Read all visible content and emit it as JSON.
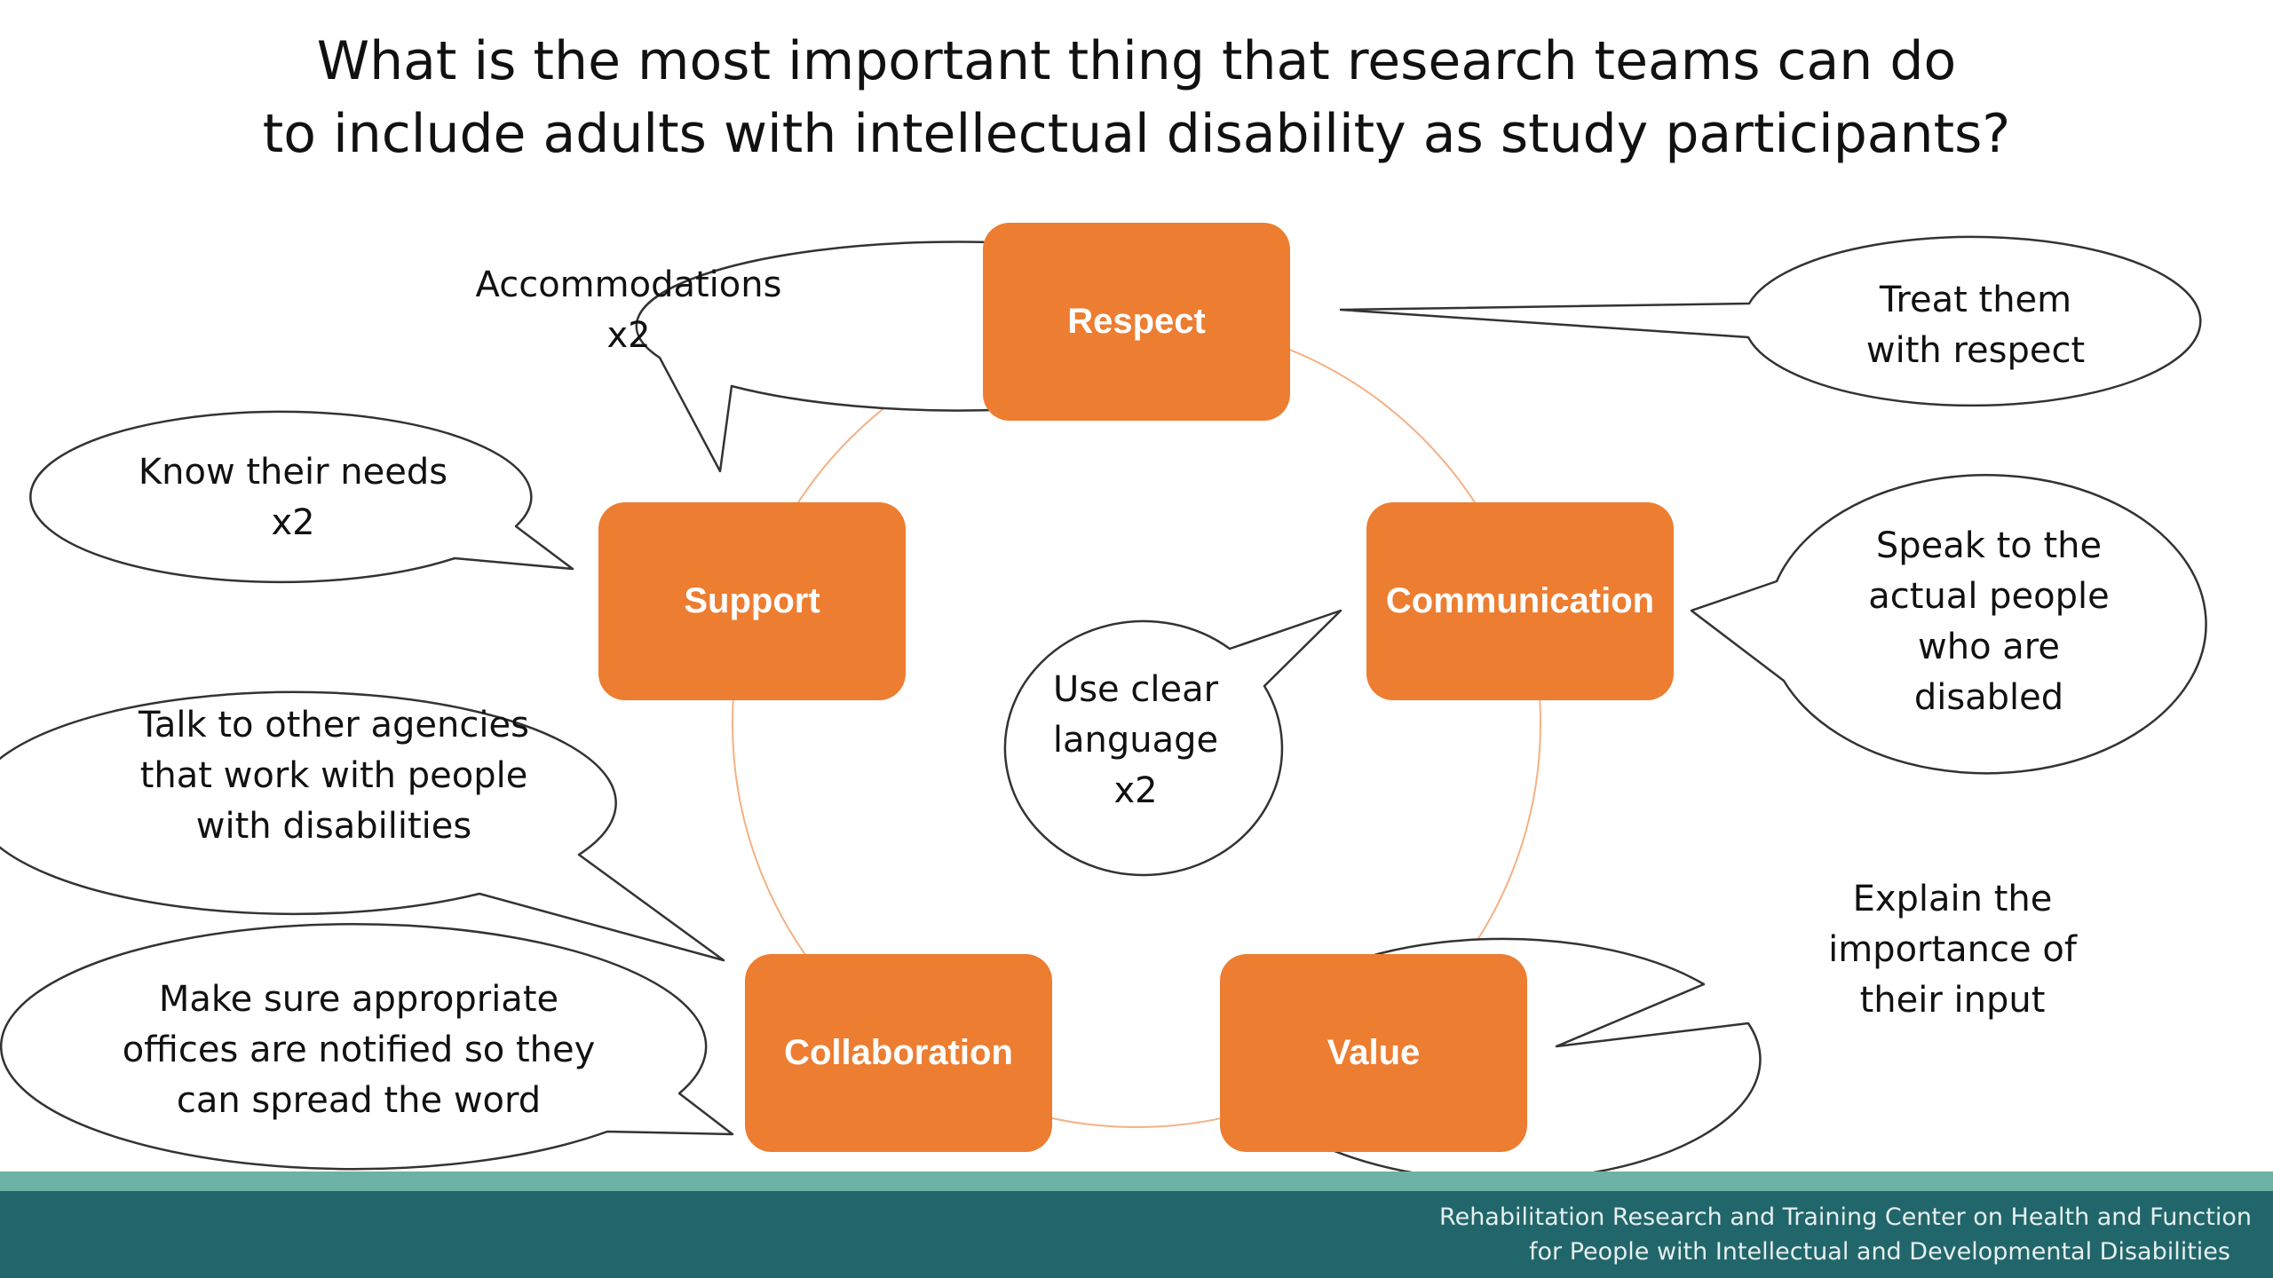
{
  "title": {
    "line1": "What is the most important thing that research teams can do",
    "line2": "to include adults with intellectual disability as study participants?"
  },
  "colors": {
    "node_fill": "#ed7d31",
    "ring_stroke": "#f4b183",
    "footer_light": "#6db3a5",
    "footer_dark": "#21666a"
  },
  "nodes": [
    {
      "id": "respect",
      "label": "Respect"
    },
    {
      "id": "communication",
      "label": "Communication"
    },
    {
      "id": "value",
      "label": "Value"
    },
    {
      "id": "collaboration",
      "label": "Collaboration"
    },
    {
      "id": "support",
      "label": "Support"
    }
  ],
  "bubbles": {
    "accommodations": {
      "lines": [
        "Accommodations",
        "x2"
      ]
    },
    "treat_respect": {
      "lines": [
        "Treat them",
        "with respect"
      ]
    },
    "know_needs": {
      "lines": [
        "Know their needs",
        "x2"
      ]
    },
    "speak_people": {
      "lines": [
        "Speak to the",
        "actual people",
        "who are",
        "disabled"
      ]
    },
    "clear_language": {
      "lines": [
        "Use clear",
        "language",
        "x2"
      ]
    },
    "talk_agencies": {
      "lines": [
        "Talk to other agencies",
        "that work with people",
        "with disabilities"
      ]
    },
    "explain_input": {
      "lines": [
        "Explain the",
        "importance of",
        "their input"
      ]
    },
    "offices_notified": {
      "lines": [
        "Make sure appropriate",
        "offices are notified so they",
        "can spread the word"
      ]
    }
  },
  "footer": {
    "line1": "Rehabilitation Research and Training Center on Health and Function",
    "line2": "for People with Intellectual and Developmental Disabilities"
  }
}
